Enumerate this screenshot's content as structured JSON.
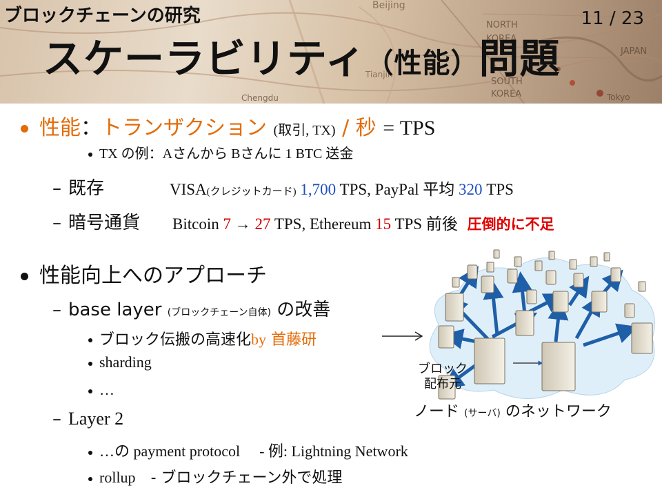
{
  "header": {
    "subtitle": "ブロックチェーンの研究",
    "page_number": "11 / 23",
    "title_main": "スケーラビリティ",
    "title_paren": "（性能）",
    "title_end": "問題"
  },
  "map_labels": [
    "Beijing",
    "NORTH",
    "KOREA",
    "JAPAN",
    "SOUTH",
    "KOREA",
    "Tokyo",
    "Chengdu",
    "Tianjin"
  ],
  "bullet1": {
    "t1": "性能",
    "t2": "：",
    "t3": "トランザクション",
    "t4": "(取引, TX)",
    "t5": "/ 秒",
    "t6": "= TPS",
    "sub_example": "TX の例：Aさんから Bさんに 1 BTC 送金",
    "existing_label": "既存",
    "existing_text1": "VISA",
    "existing_small": "(クレジットカード)",
    "existing_v1": "1,700",
    "existing_text2": "TPS, PayPal 平均",
    "existing_v2": "320",
    "existing_text3": "TPS",
    "crypto_label": "暗号通貨",
    "crypto_text1": "Bitcoin",
    "crypto_v1": "7",
    "crypto_arrow": "→",
    "crypto_v2": "27",
    "crypto_text2": "TPS, Ethereum",
    "crypto_v3": "15",
    "crypto_text3": "TPS 前後",
    "crypto_emph": "圧倒的に不足"
  },
  "bullet2": {
    "title": "性能向上へのアプローチ",
    "base_text": "base layer",
    "base_small": "(ブロックチェーン自体)",
    "base_end": "の改善",
    "item1_a": "ブロック伝搬の高速化",
    "item1_b": "by",
    "item1_c": "首藤研",
    "item2": "sharding",
    "item3": "…",
    "layer2": "Layer 2",
    "l2_item1_a": "…の payment protocol",
    "l2_item1_b": "- 例: Lightning Network",
    "l2_item2_a": "rollup",
    "l2_item2_b": "- ブロックチェーン外で処理"
  },
  "diagram": {
    "source_label_1": "ブロック",
    "source_label_2": "配布元",
    "caption_a": "ノード",
    "caption_small": "(サーバ)",
    "caption_b": "のネットワーク"
  },
  "colors": {
    "orange": "#e36c09",
    "red": "#d00000",
    "blue": "#1f4fbf",
    "arrow_blue": "#1f5fa8",
    "cloud": "#dfeffa"
  }
}
